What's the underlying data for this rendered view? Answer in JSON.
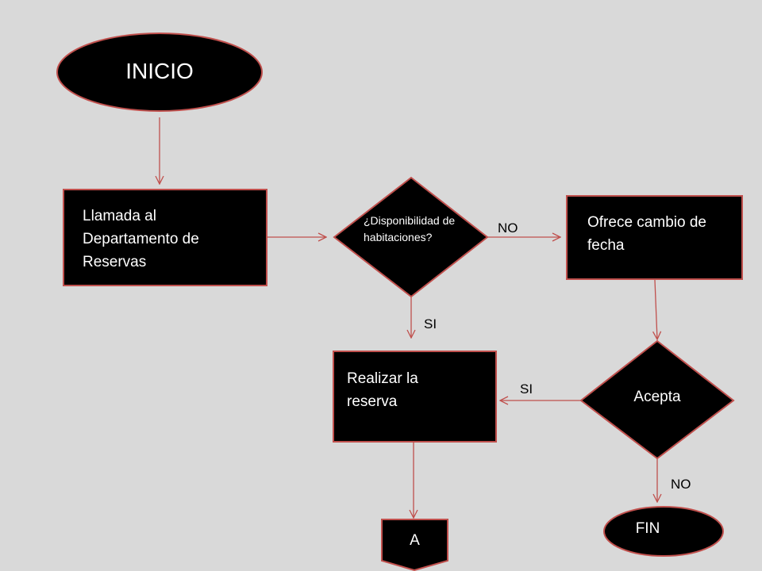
{
  "colors": {
    "background": "#d9d9d9",
    "shape_fill": "#000000",
    "shape_border": "#c0504d",
    "connector": "#c0504d",
    "node_text": "#ffffff",
    "label_text": "#000000"
  },
  "nodes": {
    "start": "INICIO",
    "call": "Llamada al Departamento de Reservas",
    "availability": "¿Disponibilidad de habitaciones?",
    "offer": "Ofrece cambio de fecha",
    "reserve": "Realizar la reserva",
    "accept": "Acepta",
    "end": "FIN",
    "connector": "A"
  },
  "labels": {
    "availability_no": "NO",
    "availability_si": "SI",
    "accept_si": "SI",
    "accept_no": "NO"
  }
}
